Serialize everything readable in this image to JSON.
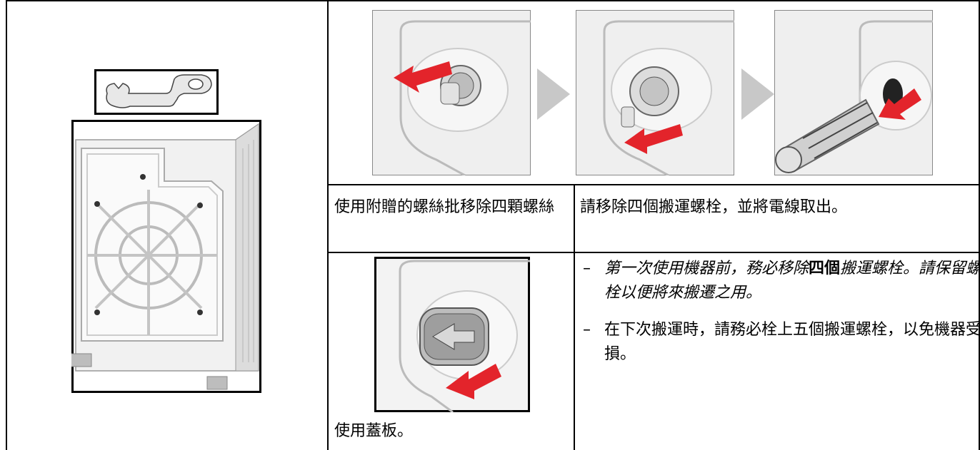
{
  "steps": {
    "remove_screws": "使用附贈的螺絲批移除四顆螺絲",
    "remove_bolts": "請移除四個搬運螺栓，並將電線取出。",
    "use_cover": "使用蓋板。"
  },
  "notes": {
    "note1": {
      "dash": "–",
      "part1": "第一次使用機器前，務必移除",
      "emphasis": "四個",
      "part2": "搬運螺栓。請保留螺栓以便將來搬遷之用。"
    },
    "note2": {
      "dash": "–",
      "text": "在下次搬運時，請務必栓上五個搬運螺栓，以免機器受損。"
    }
  },
  "icons": [
    "wrench-icon",
    "washing-machine-back-icon",
    "bolt-removal-step-1",
    "bolt-removal-step-2",
    "bolt-removal-step-3",
    "cover-cap-icon",
    "chevron-right-icon"
  ],
  "colors": {
    "accent_arrow": "#e3242b",
    "chevron": "#c8c8c8",
    "line": "#000000"
  }
}
